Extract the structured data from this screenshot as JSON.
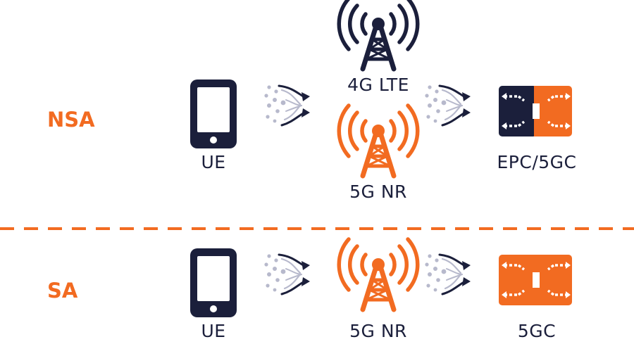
{
  "colors": {
    "navy": "#1b1f3b",
    "orange": "#f26b21",
    "dot_gray": "#b7b9cc",
    "divider": "#f26b21"
  },
  "nsa": {
    "label": "NSA",
    "ue_label": "UE",
    "lte_label": "4G LTE",
    "nr_label": "5G NR",
    "core_label": "EPC/5GC"
  },
  "sa": {
    "label": "SA",
    "ue_label": "UE",
    "nr_label": "5G NR",
    "core_label": "5GC"
  },
  "icons": {
    "ue": "smartphone-icon",
    "tower": "cell-tower-icon",
    "core": "core-network-icon",
    "flow": "signal-flow-arrows-icon"
  }
}
